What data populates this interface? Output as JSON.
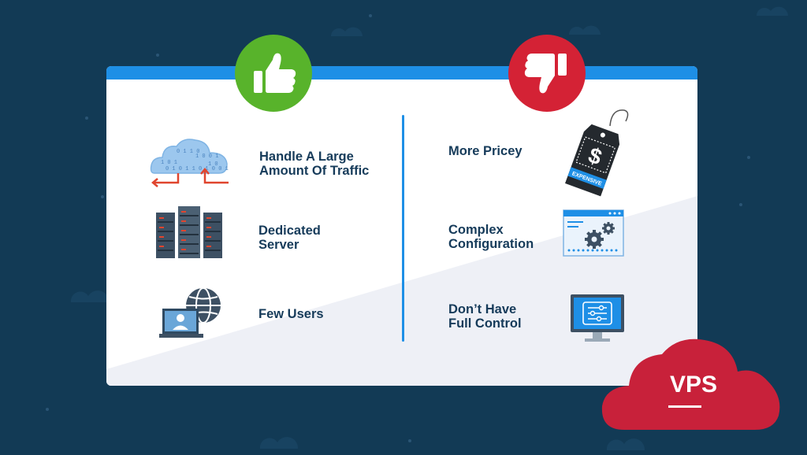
{
  "pros": {
    "badge_icon": "thumbs-up-icon",
    "color": "#58b32b",
    "items": [
      {
        "label": "Handle A Large\nAmount Of Traffic",
        "icon": "cloud-traffic-icon"
      },
      {
        "label": "Dedicated\nServer",
        "icon": "server-rack-icon"
      },
      {
        "label": "Few Users",
        "icon": "user-globe-icon"
      }
    ]
  },
  "cons": {
    "badge_icon": "thumbs-down-icon",
    "color": "#d42235",
    "items": [
      {
        "label": "More Pricey",
        "icon": "price-tag-icon",
        "tag_text": "EXPENSIVE"
      },
      {
        "label": "Complex\nConfiguration",
        "icon": "gear-config-icon"
      },
      {
        "label": "Don’t Have\nFull Control",
        "icon": "monitor-settings-icon"
      }
    ]
  },
  "footer": {
    "badge_text": "VPS",
    "badge_color": "#c8213a"
  },
  "colors": {
    "background": "#123a55",
    "accent": "#1e8fe6",
    "text": "#163b5a"
  }
}
